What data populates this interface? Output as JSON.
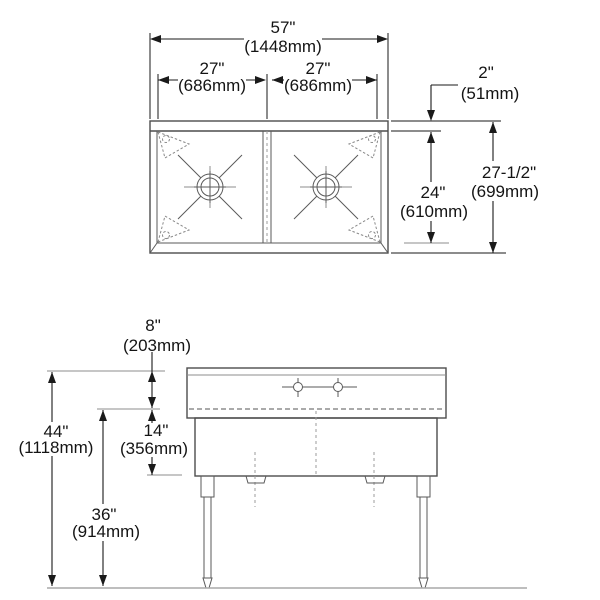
{
  "document": {
    "type": "specification drawing",
    "subject": "two-compartment scullery sink, plan view and side elevation"
  },
  "palette": {
    "background": "#ffffff",
    "object_line": "#4d4d4d",
    "dimension_line": "#1a1a1a",
    "hidden_line": "#999999"
  },
  "plan_view": {
    "overall_width_in": "57\"",
    "overall_width_mm": "(1448mm)",
    "left_bowl_width_in": "27\"",
    "left_bowl_width_mm": "(686mm)",
    "right_bowl_width_in": "27\"",
    "right_bowl_width_mm": "(686mm)",
    "rear_ledge_in": "2\"",
    "rear_ledge_mm": "(51mm)",
    "bowl_front_to_back_in": "24\"",
    "bowl_front_to_back_mm": "(610mm)",
    "overall_front_to_back_in": "27-1/2\"",
    "overall_front_to_back_mm": "(699mm)"
  },
  "side_view": {
    "backsplash_height_in": "8\"",
    "backsplash_height_mm": "(203mm)",
    "bowl_depth_in": "14\"",
    "bowl_depth_mm": "(356mm)",
    "overall_height_in": "44\"",
    "overall_height_mm": "(1118mm)",
    "floor_to_rim_in": "36\"",
    "floor_to_rim_mm": "(914mm)"
  }
}
